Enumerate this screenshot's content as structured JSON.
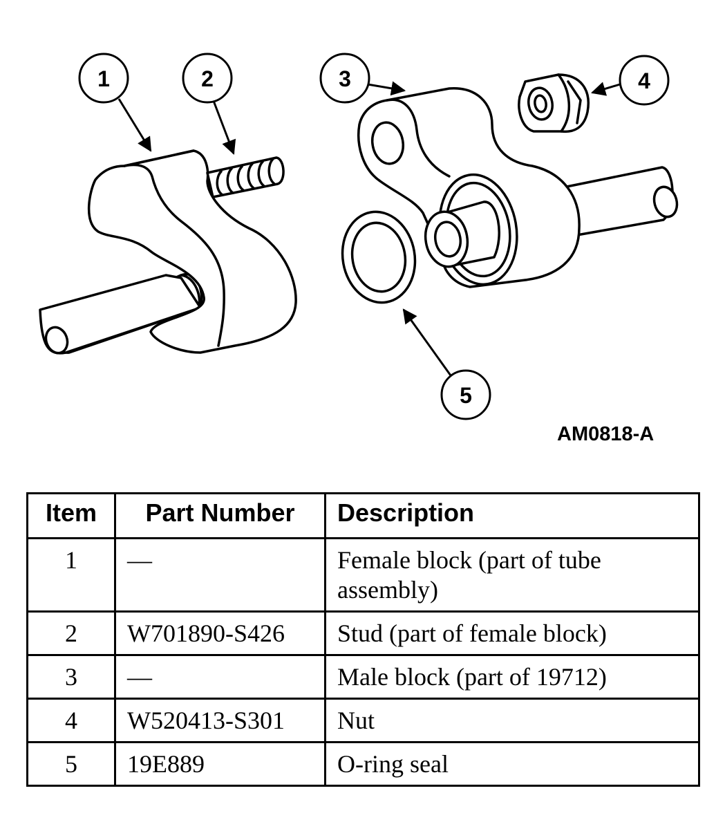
{
  "figure": {
    "callouts": [
      "1",
      "2",
      "3",
      "4",
      "5"
    ],
    "figure_id": "AM0818-A"
  },
  "table": {
    "headers": {
      "item": "Item",
      "part_number": "Part Number",
      "description": "Description"
    },
    "rows": [
      {
        "item": "1",
        "part_number": "—",
        "description": "Female block (part of tube assembly)"
      },
      {
        "item": "2",
        "part_number": "W701890-S426",
        "description": "Stud (part of female block)"
      },
      {
        "item": "3",
        "part_number": "—",
        "description": "Male block (part of 19712)"
      },
      {
        "item": "4",
        "part_number": "W520413-S301",
        "description": "Nut"
      },
      {
        "item": "5",
        "part_number": "19E889",
        "description": "O-ring seal"
      }
    ]
  }
}
